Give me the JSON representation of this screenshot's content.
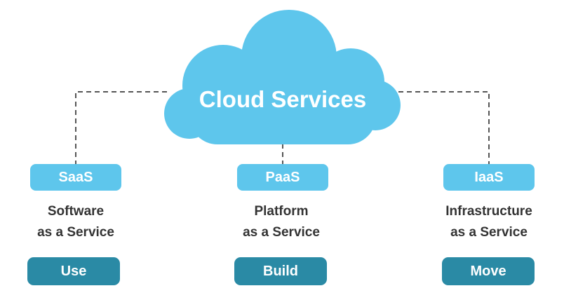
{
  "diagram": {
    "title": "Cloud Services",
    "colors": {
      "cloud": "#5ec6ec",
      "pill": "#5ec6ec",
      "action": "#2a8aa5",
      "connector": "#555555",
      "text": "#333333"
    },
    "services": [
      {
        "abbr": "SaaS",
        "line1": "Software",
        "line2": "as a Service",
        "action": "Use"
      },
      {
        "abbr": "PaaS",
        "line1": "Platform",
        "line2": "as a Service",
        "action": "Build"
      },
      {
        "abbr": "IaaS",
        "line1": "Infrastructure",
        "line2": "as a Service",
        "action": "Move"
      }
    ]
  }
}
